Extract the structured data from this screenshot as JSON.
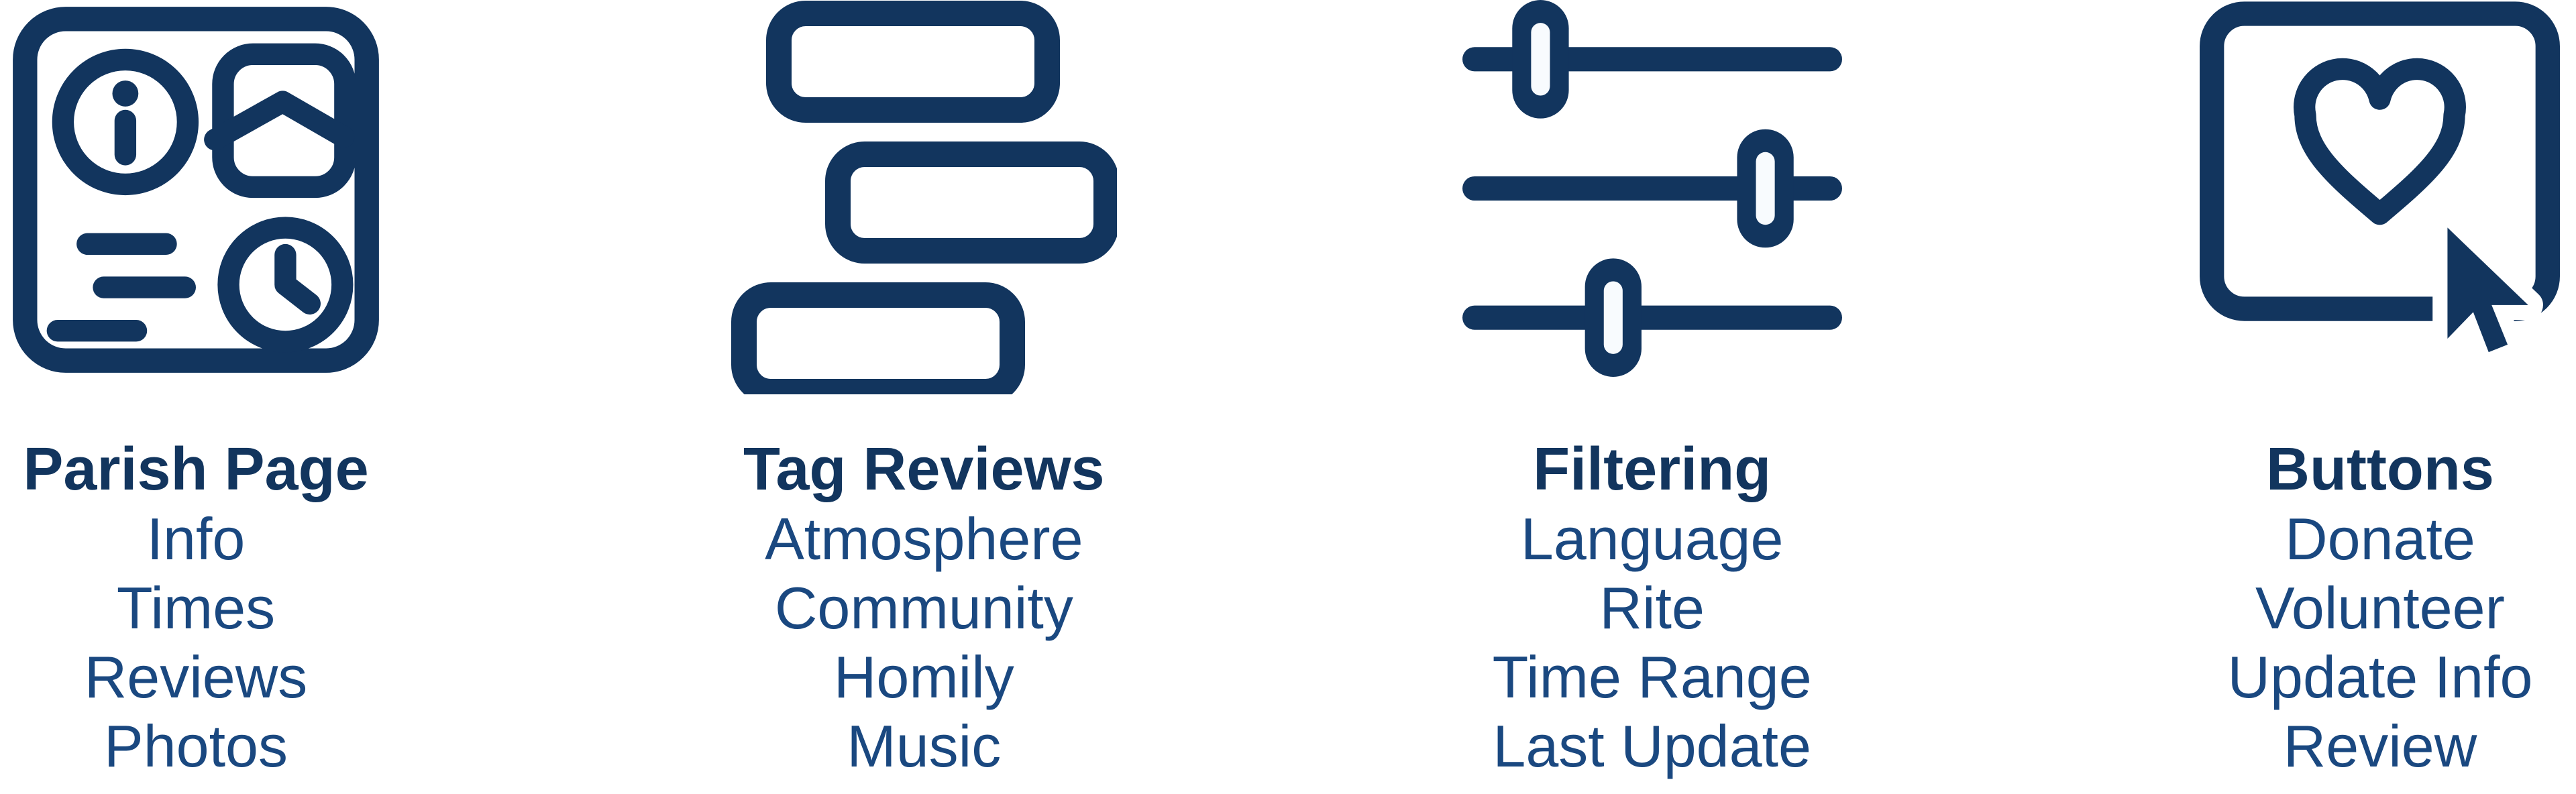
{
  "palette": {
    "primary": "#12355E",
    "secondary": "#1A4880",
    "knob_fill": "#F8FBFE"
  },
  "features": [
    {
      "title": "Parish Page",
      "icon": "parish-page-icon",
      "items": [
        "Info",
        "Times",
        "Reviews",
        "Photos"
      ]
    },
    {
      "title": "Tag Reviews",
      "icon": "tag-reviews-icon",
      "items": [
        "Atmosphere",
        "Community",
        "Homily",
        "Music"
      ]
    },
    {
      "title": "Filtering",
      "icon": "filters-icon",
      "items": [
        "Language",
        "Rite",
        "Time Range",
        "Last Update"
      ]
    },
    {
      "title": "Buttons",
      "icon": "buttons-icon",
      "items": [
        "Donate",
        "Volunteer",
        "Update Info",
        "Review"
      ]
    }
  ]
}
